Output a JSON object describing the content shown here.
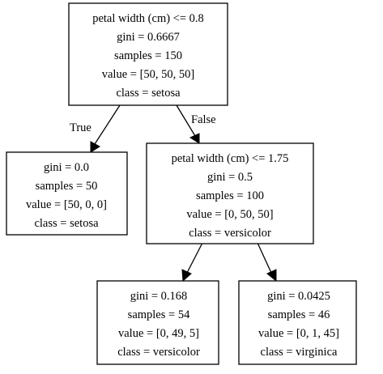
{
  "nodes": {
    "root": [
      "petal width (cm) <= 0.8",
      "gini = 0.6667",
      "samples = 150",
      "value = [50, 50, 50]",
      "class = setosa"
    ],
    "setosa_leaf": [
      "gini = 0.0",
      "samples = 50",
      "value = [50, 0, 0]",
      "class = setosa"
    ],
    "split2": [
      "petal width (cm) <= 1.75",
      "gini = 0.5",
      "samples = 100",
      "value = [0, 50, 50]",
      "class = versicolor"
    ],
    "versicolor_leaf": [
      "gini = 0.168",
      "samples = 54",
      "value = [0, 49, 5]",
      "class = versicolor"
    ],
    "virginica_leaf": [
      "gini = 0.0425",
      "samples = 46",
      "value = [0, 1, 45]",
      "class = virginica"
    ]
  },
  "edge_labels": {
    "true_label": "True",
    "false_label": "False"
  }
}
